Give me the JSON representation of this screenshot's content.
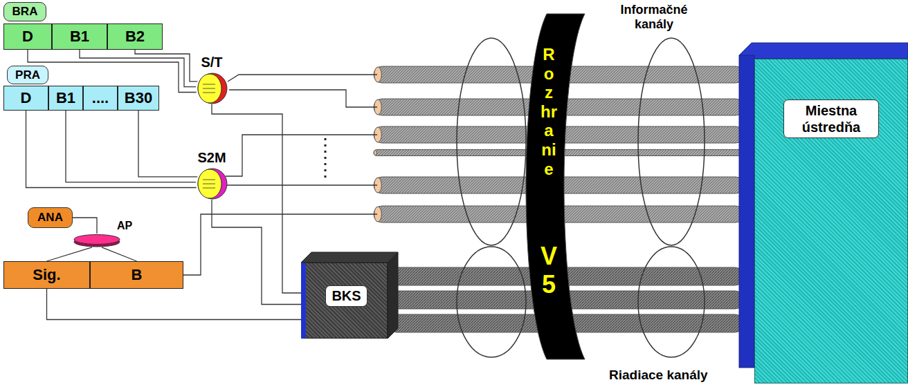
{
  "diagram": {
    "nodes": [
      {
        "text": [
          "BRA"
        ]
      },
      {
        "text": [
          "D"
        ]
      },
      {
        "text": [
          "B1"
        ]
      },
      {
        "text": [
          "B2"
        ]
      },
      {
        "text": [
          "S/T"
        ]
      },
      {
        "text": [
          "PRA"
        ]
      },
      {
        "text": [
          "D"
        ]
      },
      {
        "text": [
          "B1"
        ]
      },
      {
        "text": [
          "...."
        ]
      },
      {
        "text": [
          "B30"
        ]
      },
      {
        "text": [
          "S2M"
        ]
      },
      {
        "text": [
          "ANA"
        ]
      },
      {
        "text": [
          "AP"
        ]
      },
      {
        "text": [
          "Sig."
        ]
      },
      {
        "text": [
          "B"
        ]
      },
      {
        "text": [
          "BKS"
        ]
      },
      {
        "text": [
          "Rozhranie",
          "V5"
        ]
      },
      {
        "text": [
          "Miestna ústredňa"
        ]
      }
    ],
    "edges": [
      {
        "from": 1,
        "to": 4,
        "arrow": "none"
      },
      {
        "from": 2,
        "to": 4,
        "arrow": "none"
      },
      {
        "from": 3,
        "to": 4,
        "arrow": "none"
      },
      {
        "from": 4,
        "to": 15,
        "arrow": "none"
      },
      {
        "from": 6,
        "to": 10,
        "arrow": "none"
      },
      {
        "from": 7,
        "to": 10,
        "arrow": "none"
      },
      {
        "from": 9,
        "to": 10,
        "arrow": "none"
      },
      {
        "from": 10,
        "to": 15,
        "arrow": "none"
      },
      {
        "from": 11,
        "to": 12,
        "arrow": "none"
      },
      {
        "from": 12,
        "to": 13,
        "arrow": "none"
      },
      {
        "from": 12,
        "to": 14,
        "arrow": "none"
      },
      {
        "from": 13,
        "to": 15,
        "arrow": "none"
      }
    ],
    "labels": [
      "Informačné kanály",
      "Riadiace kanály"
    ]
  }
}
